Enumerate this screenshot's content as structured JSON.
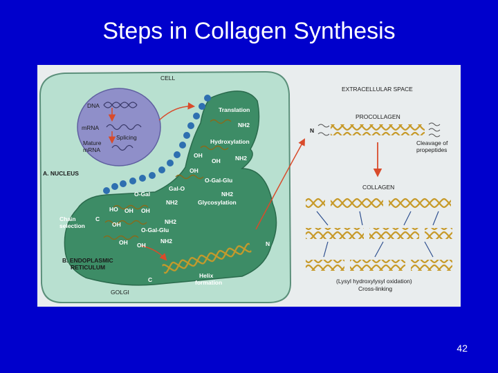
{
  "slide": {
    "title": "Steps in Collagen Synthesis",
    "number": "42"
  },
  "diagram": {
    "cell": "CELL",
    "extracellular": "EXTRACELLULAR SPACE",
    "nucleus_label": "A. NUCLEUS",
    "dna": "DNA",
    "mrna": "mRNA",
    "splicing": "Splicing",
    "mature_mrna_1": "Mature",
    "mature_mrna_2": "mRNA",
    "translation": "Translation",
    "nh2_1": "NH2",
    "hydroxylation": "Hydroxylation",
    "oh_1": "OH",
    "oh_2": "OH",
    "nh2_2": "NH2",
    "oh_3": "OH",
    "o_gal_glu_1": "O-Gal-Glu",
    "gal_o": "Gal-O",
    "nh2_3": "NH2",
    "o_gal": "O-Gal",
    "nh2_4": "NH2",
    "glycosylation": "Glycosylation",
    "ho": "HO",
    "oh_4": "OH",
    "oh_5": "OH",
    "chain_1": "Chain",
    "chain_2": "selection",
    "c_1": "C",
    "oh_6": "OH",
    "nh2_5": "NH2",
    "o_gal_glu_2": "O-Gal-Glu",
    "oh_7": "OH",
    "oh_8": "OH",
    "nh2_6": "NH2",
    "n_er": "N",
    "er_label_1": "B. ENDOPLASMIC",
    "er_label_2": "RETICULUM",
    "c_2": "C",
    "helix_1": "Helix",
    "helix_2": "formation",
    "golgi": "GOLGI",
    "procollagen": "PROCOLLAGEN",
    "n_pro": "N",
    "cleavage_1": "Cleavage of",
    "cleavage_2": "propeptides",
    "collagen": "COLLAGEN",
    "lysyl": "(Lysyl hydroxylysyl oxidation)",
    "crosslinking": "Cross-linking"
  },
  "colors": {
    "background": "#0000cc",
    "er": "#3d8c66",
    "cell_fill": "#b8e0d0",
    "nucleus": "#8f8fc9",
    "arrow": "#d94b2b",
    "helix": "#c79a2a",
    "ribosome": "#2e6fb0"
  }
}
